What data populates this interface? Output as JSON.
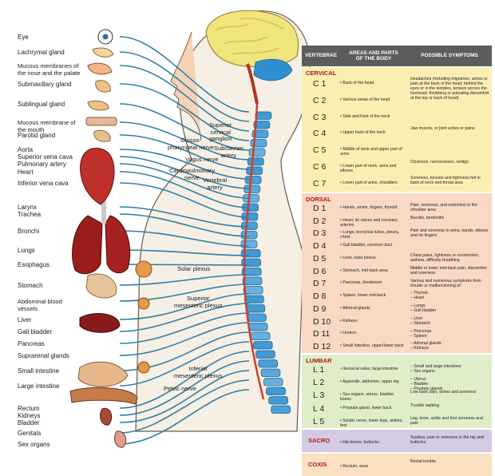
{
  "organ_labels": [
    "Eye",
    "Lachrymal gland",
    "Mucous membranes of the nose and the palate",
    "Submaxillary gland",
    "Sublingual gland",
    "Mucous membrane of the mouth",
    "Parotid gland",
    "Aorta",
    "Superior vena cava",
    "Pulmonary artery",
    "Heart",
    "Inferior vena cava",
    "Larynx",
    "Trachea",
    "Bronchi",
    "Lungs",
    "Esophagus",
    "Stomach",
    "Abdominal blood vessels",
    "Liver",
    "Gall bladder",
    "Pancreas",
    "Suprarenal glands",
    "Small intestine",
    "Large intestine",
    "Rectum",
    "Kidneys",
    "Bladder",
    "Genitals",
    "Sex organs"
  ],
  "nerve_labels": {
    "glosso": "Glosso-\npharyngeal nerve",
    "superior_cervical": "Superior\ncervical\nganglion",
    "vagus": "Vagus nerve",
    "subclavian": "Subclavian\nartery",
    "cardiopulmonary": "Cardiopulmonary\nnerve",
    "vertebral": "Vertebral\nartery",
    "solar": "Solar plexus",
    "sup_mesenteric": "Superior\nmesenteric plexus",
    "inf_mesenteric": "Inferior\nmesenteric plexus",
    "pelvic": "Pelvic nerve"
  },
  "table": {
    "headers": [
      "VERTEBRAE",
      "AREAS AND PARTS\nOF THE BODY",
      "POSSIBLE SYMPTOMS"
    ],
    "sections": [
      {
        "name": "CERVICAL",
        "color": "#fbeeb2",
        "rows": [
          {
            "code": "C 1",
            "area": "• Back of the head",
            "symptoms": "Headaches (including migraines, aches or pain at the back of the head, behind the eyes or in the temples, tension across the forehead, throbbing or pulsating discomfort at the top or back of head)"
          },
          {
            "code": "C 2",
            "area": "• Various areas of the head",
            "symptoms": ""
          },
          {
            "code": "C 3",
            "area": "• Side and front of the neck",
            "symptoms": ""
          },
          {
            "code": "C 4",
            "area": "• Upper back of the neck",
            "symptoms": "Jaw muscle, or joint aches or pains"
          },
          {
            "code": "C 5",
            "area": "• Middle of neck and upper part of arms",
            "symptoms": ""
          },
          {
            "code": "C 6",
            "area": "• Lower part of neck, arms and elbows",
            "symptoms": "Dizziness, nervousness, vertigo"
          },
          {
            "code": "C 7",
            "area": "• Lower part of arms, shoulders",
            "symptoms": "Soreness, tension and tightness felt in back of neck and throat area"
          }
        ]
      },
      {
        "name": "DORSAL",
        "color": "#f9d8c4",
        "rows": [
          {
            "code": "D 1",
            "area": "• Hands, wrists, fingers, thyroid",
            "symptoms": "Pain, soreness, and restriction in the shoulder area"
          },
          {
            "code": "D 2",
            "area": "• Heart, its valves and coronary arteries",
            "symptoms": "Bursitis, tendonitis"
          },
          {
            "code": "D 3",
            "area": "• Lungs, bronchial tubes, pleura, chest",
            "symptoms": "Pain and soreness in arms, hands, elbows and /or fingers"
          },
          {
            "code": "D 4",
            "area": "• Gall bladder, common duct",
            "symptoms": ""
          },
          {
            "code": "D 5",
            "area": "• Liver, solar plexus",
            "symptoms": "Chest pains, tightness or constriction, asthma, difficulty breathing"
          },
          {
            "code": "D 6",
            "area": "• Stomach, mid-back area",
            "symptoms": "Middle or lower mid-back pain, discomfort and soreness"
          },
          {
            "code": "D 7",
            "area": "• Pancreas, duodenum",
            "symptoms": "Various and numerous symptoms from trouble or malfunctioning of:"
          },
          {
            "code": "D 8",
            "area": "• Spleen, lower mid-back",
            "symptoms": "– Thyroid\n– Heart"
          },
          {
            "code": "D 9",
            "area": "• Adrenal glands",
            "symptoms": "– Lungs\n– Gall bladder"
          },
          {
            "code": "D 10",
            "area": "• Kidneys",
            "symptoms": "– Liver\n– Stomach"
          },
          {
            "code": "D 11",
            "area": "• Ureters",
            "symptoms": "– Pancreas\n– Spleen"
          },
          {
            "code": "D 12",
            "area": "• Small intestine, upper/lower back",
            "symptoms": "– Adrenal glands\n– Kidneys"
          }
        ]
      },
      {
        "name": "LUMBAR",
        "color": "#dfeec9",
        "rows": [
          {
            "code": "L 1",
            "area": "• Ileocecal valve, large intestine",
            "symptoms": "– Small and large intestines\n– Sex organs"
          },
          {
            "code": "L 2",
            "area": "• Appendix, abdomen, upper leg",
            "symptoms": "– Uterus\n– Bladder\n– Prostate glands"
          },
          {
            "code": "L 3",
            "area": "• Sex organs, uterus, bladder, knees",
            "symptoms": "Low back pain, aches and soreness"
          },
          {
            "code": "L 4",
            "area": "• Prostate gland, lower back",
            "symptoms": "Trouble walking"
          },
          {
            "code": "L 5",
            "area": "• Sciatic nerve, lower legs, ankles, feet",
            "symptoms": "Leg, knee, ankle and foot soreness and pain"
          }
        ]
      },
      {
        "name": "SACRO",
        "color": "#d4cbe3",
        "rows": [
          {
            "code": "",
            "area": "• Hip bones, buttocks",
            "symptoms": "Sciatica, pain or soreness in the hip and buttocks"
          }
        ]
      },
      {
        "name": "COXIS",
        "color": "#fbe1c2",
        "rows": [
          {
            "code": "",
            "area": "• Rectum, anus",
            "symptoms": "Rectal trouble"
          }
        ]
      }
    ]
  }
}
